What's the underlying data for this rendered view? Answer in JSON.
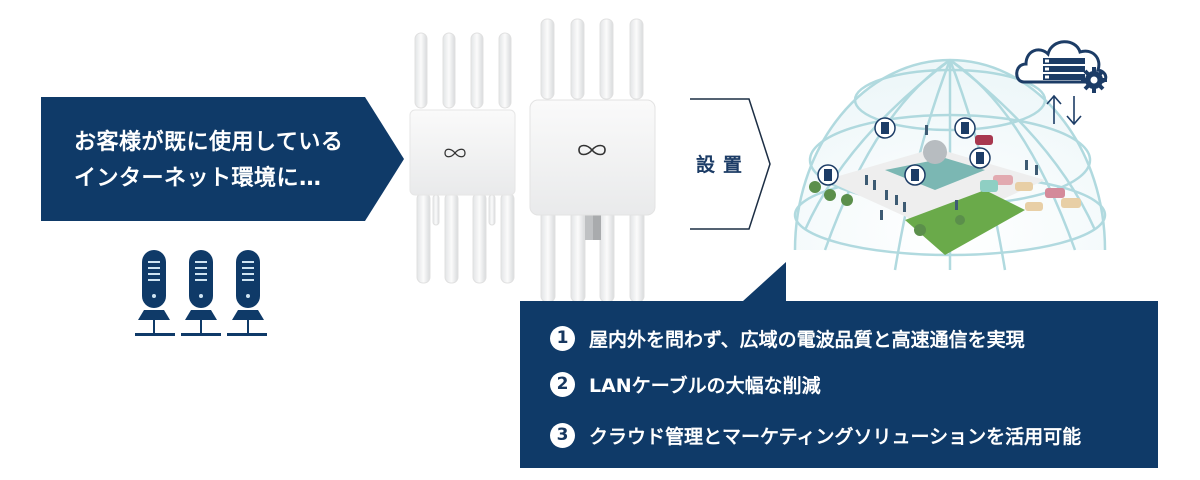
{
  "colors": {
    "navy": "#0f3a68",
    "dome_line": "#a9d6dc",
    "grass": "#6aaa4a",
    "white": "#ffffff"
  },
  "left_banner": {
    "line1": "お客様が既に使用している",
    "line2": "インターネット環境に…"
  },
  "servers": {
    "count": 3,
    "icon": "server-tower-icon"
  },
  "products": {
    "count": 2,
    "description": "outdoor wireless access points with antennas"
  },
  "install": {
    "label": "設置"
  },
  "dome": {
    "description": "wireless mesh dome covering a city scene"
  },
  "cloud": {
    "icon": "cloud-server-gear-icon",
    "arrows": "↑↓"
  },
  "features": [
    {
      "num": "1",
      "text": "屋内外を問わず、広域の電波品質と高速通信を実現"
    },
    {
      "num": "2",
      "text": "LANケーブルの大幅な削減"
    },
    {
      "num": "3",
      "text": "クラウド管理とマーケティングソリューションを活用可能"
    }
  ]
}
